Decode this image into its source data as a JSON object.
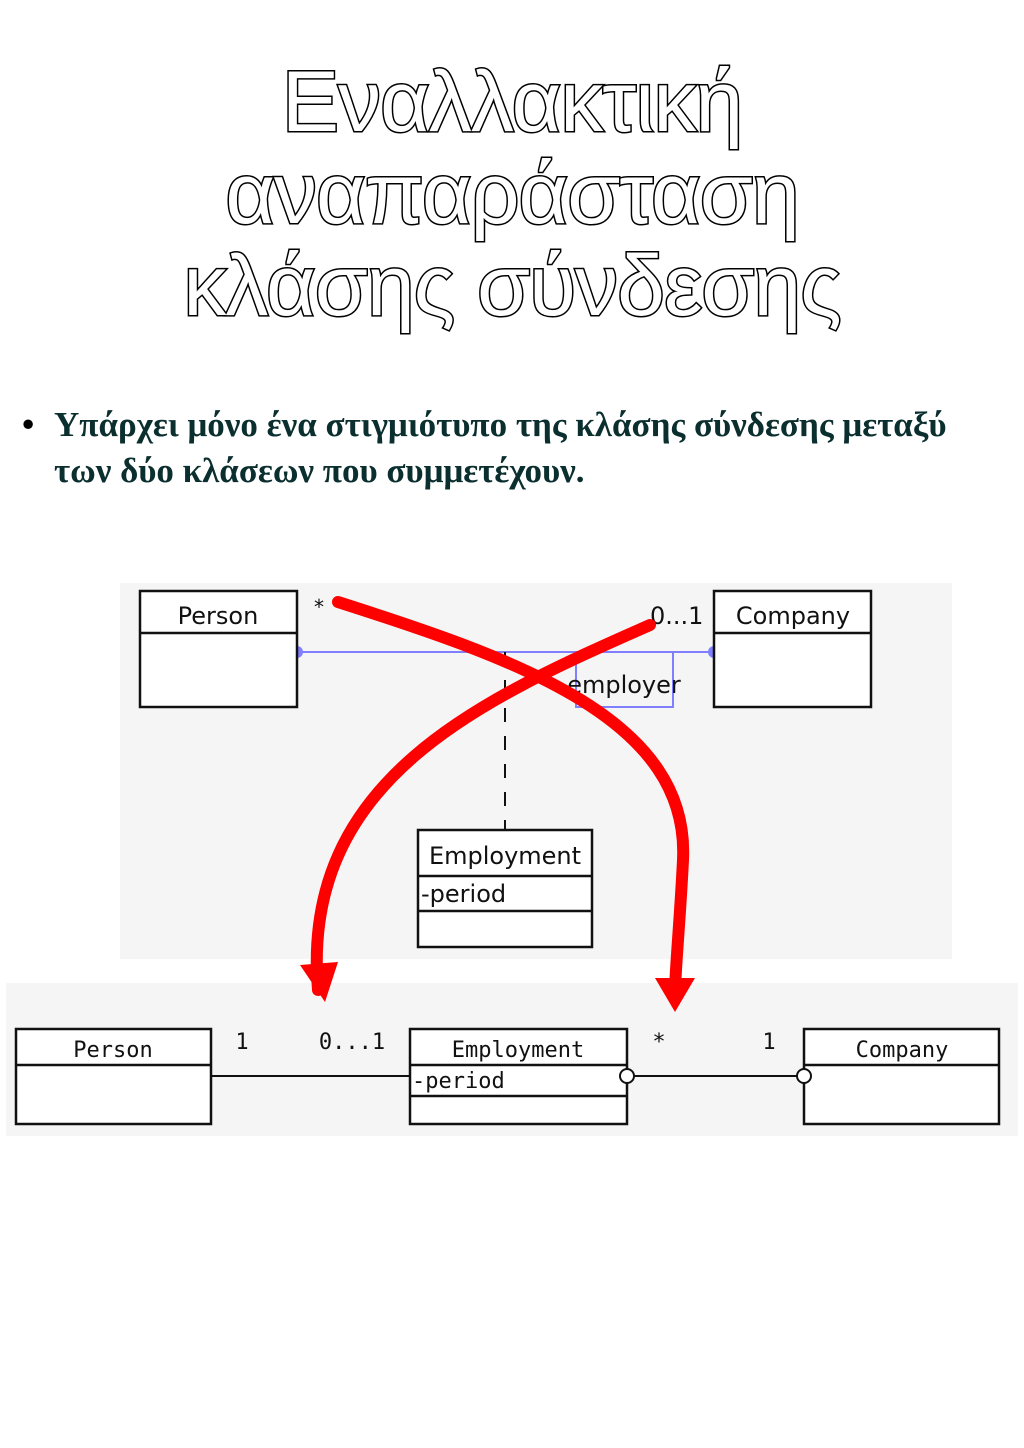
{
  "title": {
    "line1": "Εναλλακτική αναπαράσταση",
    "line2": "κλάσης σύνδεσης"
  },
  "bullet": {
    "text": "Υπάρχει μόνο ένα στιγμιότυπο της κλάσης σύνδεσης μεταξύ των δύο κλάσεων που συμμετέχουν."
  },
  "diagram_top": {
    "person": "Person",
    "company": "Company",
    "employment": "Employment",
    "attribute": "-period",
    "role": "employer",
    "mult_person": "*",
    "mult_company": "0...1"
  },
  "diagram_bottom": {
    "person": "Person",
    "employment": "Employment",
    "attribute": "-period",
    "company": "Company",
    "mult_person": "1",
    "mult_employment_left": "0...1",
    "mult_employment_right": "*",
    "mult_company": "1"
  },
  "colors": {
    "arrow": "#ff0000",
    "association_line": "#8080ff",
    "panel_bg": "#f5f5f5"
  }
}
